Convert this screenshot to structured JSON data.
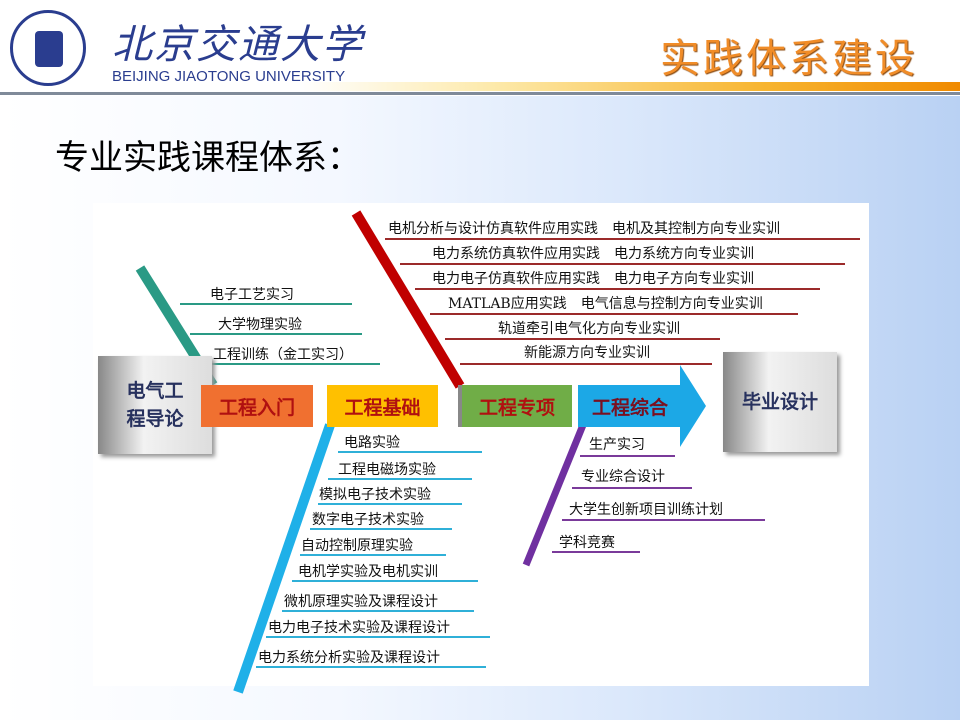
{
  "header": {
    "university_cn": "北京交通大学",
    "university_en": "BEIJING JIAOTONG UNIVERSITY",
    "section_title": "实践体系建设"
  },
  "slide_title": "专业实践课程体系：",
  "diagram": {
    "start": "电气工程导论",
    "stages": [
      "工程入门",
      "工程基础",
      "工程专项",
      "工程综合"
    ],
    "end": "毕业设计",
    "intro_items": [
      "电子工艺实习",
      "大学物理实验",
      "工程训练（金工实习）"
    ],
    "special_items": [
      "电机分析与设计仿真软件应用实践　电机及其控制方向专业实训",
      "电力系统仿真软件应用实践　电力系统方向专业实训",
      "电力电子仿真软件应用实践　电力电子方向专业实训",
      "MATLAB应用实践　电气信息与控制方向专业实训",
      "轨道牵引电气化方向专业实训",
      "新能源方向专业实训"
    ],
    "basic_items": [
      "电路实验",
      "工程电磁场实验",
      "模拟电子技术实验",
      "数字电子技术实验",
      "自动控制原理实验",
      "电机学实验及电机实训",
      "微机原理实验及课程设计",
      "电力电子技术实验及课程设计",
      "电力系统分析实验及课程设计"
    ],
    "comprehensive_items": [
      "生产实习",
      "专业综合设计",
      "大学生创新项目训练计划",
      "学科竞赛"
    ],
    "colors": {
      "intro": "#f07030",
      "basic": "#ffc000",
      "special": "#70ad47",
      "comprehensive": "#1ca8e6",
      "teal": "#2a9a85",
      "red": "#c00000",
      "blue": "#1fb0e8",
      "purple": "#7030a0"
    }
  }
}
